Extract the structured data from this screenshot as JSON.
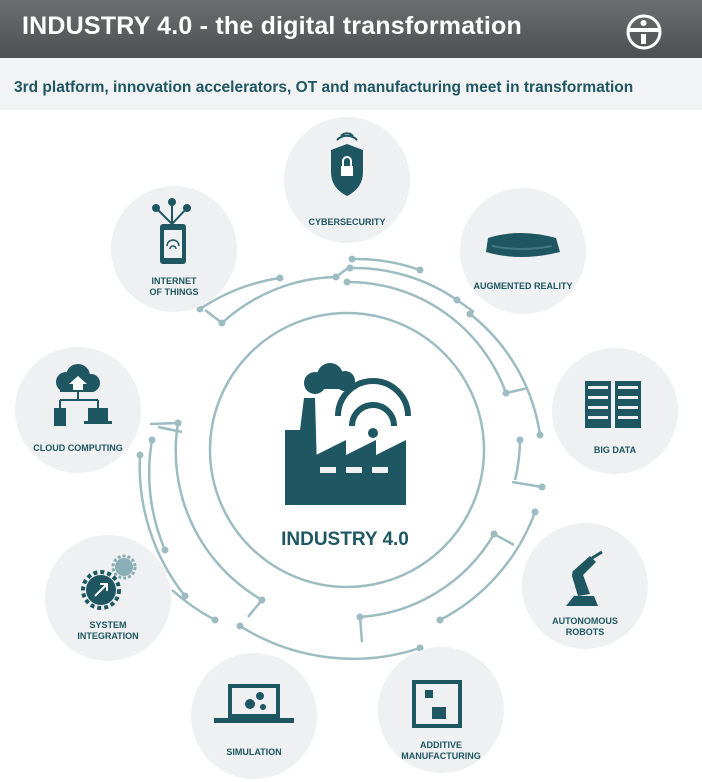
{
  "header": {
    "title": "INDUSTRY 4.0 - the digital transformation",
    "subtitle": "3rd platform, innovation accelerators, OT and manufacturing meet in transformation"
  },
  "center": {
    "label": "INDUSTRY 4.0"
  },
  "nodes": {
    "cybersecurity": {
      "line1": "CYBERSECURITY",
      "icon": "shield-lock-icon"
    },
    "augmented_reality": {
      "line1": "AUGMENTED REALITY",
      "icon": "vr-headset-icon"
    },
    "big_data": {
      "line1": "BIG DATA",
      "icon": "server-rack-icon"
    },
    "autonomous_robots": {
      "line1": "AUTONOMOUS",
      "line2": "ROBOTS",
      "icon": "robot-arm-icon"
    },
    "additive_manufacturing": {
      "line1": "ADDITIVE",
      "line2": "MANUFACTURING",
      "icon": "3d-printer-icon"
    },
    "simulation": {
      "line1": "SIMULATION",
      "icon": "laptop-gears-icon"
    },
    "system_integration": {
      "line1": "SYSTEM",
      "line2": "INTEGRATION",
      "icon": "gears-arrows-icon"
    },
    "cloud_computing": {
      "line1": "CLOUD COMPUTING",
      "icon": "cloud-network-icon"
    },
    "internet_of_things": {
      "line1": "INTERNET",
      "line2": "OF THINGS",
      "icon": "phone-network-icon"
    }
  },
  "colors": {
    "teal_dark": "#1e5661",
    "circle_bg": "#eef0f1",
    "line": "#9cbcc2",
    "header": "#5a5c5e"
  }
}
